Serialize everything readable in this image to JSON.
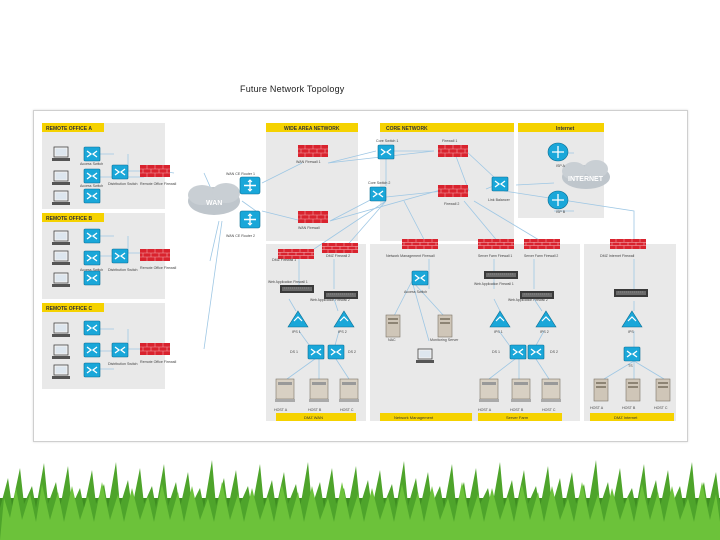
{
  "slide": {
    "title": "Future Network Topology"
  },
  "regions": {
    "remote_office_a": "REMOTE OFFICE A",
    "remote_office_b": "REMOTE OFFICE B",
    "remote_office_c": "REMOTE OFFICE C",
    "wide_area_network": "WIDE AREA NETWORK",
    "core_network": "CORE NETWORK",
    "internet": "Internet"
  },
  "nodes": {
    "access_switch": "Access Switch",
    "distribution_switch": "Distribution Switch",
    "remote_office_firewall": "Remote Office Firewall",
    "wan_cloud": "WAN",
    "wan_ce_router_1": "WAN CE Router 1",
    "wan_ce_router_2": "WAN CE Router 2",
    "wan_firewall_1": "WAN Firewall 1",
    "wan_firewall_2": "WAN Firewall",
    "core_switch_1": "Core Switch 1",
    "core_switch_2": "Core Switch 2",
    "firewall_1": "Firewall 1",
    "firewall_2": "Firewall 2",
    "link_balancer": "Link Balancer",
    "internet_cloud": "INTERNET",
    "isp_a": "ISP A",
    "isp_b": "ISP B",
    "dmz_firewall_1": "DMZ Firewall 1",
    "dmz_firewall_2": "DMZ Firewall 2",
    "web_app_fw_1": "Web Application Firewall 1",
    "web_app_fw_2": "Web Application Firewall 2",
    "ips_1": "IPS 1",
    "ips_2": "IPS 2",
    "ds_1": "DS 1",
    "ds_2": "DS 2",
    "host_a": "HOST A",
    "host_b": "HOST B",
    "host_c": "HOST C",
    "net_mgmt_firewall": "Network Management Firewall",
    "access_switch_mgmt": "Access Switch",
    "nac": "NAC",
    "monitoring_server": "Monitoring Server",
    "server_farm_fw_1": "Server Farm Firewall 1",
    "server_farm_fw_2": "Server Farm Firewall 2",
    "dmz_internet_firewall": "DMZ Internet Firewall",
    "ips": "IPS",
    "ts": "TS"
  },
  "zones": {
    "dmz_wan": "DMZ WAN",
    "network_management": "Network Management",
    "server_farm": "Server Farm",
    "dmz_internet": "DMZ Internet"
  },
  "colors": {
    "region_header": "#f5d200",
    "panel": "#e9e9e9",
    "switch": "#1aa7d9",
    "firewall": "#d9232e",
    "link": "#9ec7e4",
    "grass": "#4ea42b"
  }
}
